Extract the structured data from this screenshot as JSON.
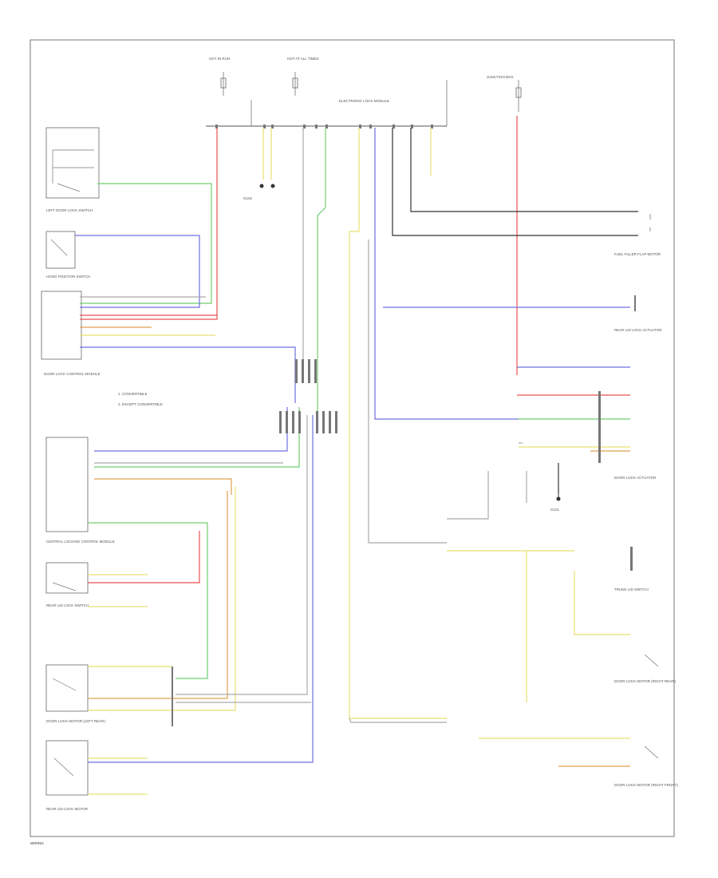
{
  "diagram": {
    "colors": {
      "red": "#e85050",
      "green": "#6fcf6f",
      "blue": "#6f6fe0",
      "yellow": "#e8e070",
      "orange": "#e0a050",
      "black": "#333333",
      "grey": "#aaaaaa",
      "frame": "#777777"
    },
    "labels": {
      "hot_fuse_a": "HOT IN RUN",
      "hot_fuse_b": "HOT AT ALL TIMES",
      "electronic_module": "ELECTRONIC LOCK MODULE",
      "junction_top_right": "JUNCTION BOX",
      "left_switch_1": "LEFT DOOR LOCK SWITCH",
      "left_switch_2": "HOOD POSITION SWITCH",
      "left_module_1": "DOOR LOCK CONTROL MODULE",
      "left_module_2": "CENTRAL LOCKING CONTROL MODULE",
      "left_switch_3": "REAR LID LOCK SWITCH",
      "left_switch_4": "DOOR LOCK MOTOR (LEFT REAR)",
      "left_switch_5": "REAR LID LOCK MOTOR",
      "right_ref_1": "FUEL FILLER FLAP MOTOR",
      "right_ref_2": "REAR LID LOCK ACTUATOR",
      "right_ref_3": "DOOR LOCK ACTUATOR",
      "right_ref_4": "TRUNK LID SWITCH",
      "right_ref_5": "DOOR LOCK MOTOR (RIGHT REAR)",
      "right_ref_6": "DOOR LOCK MOTOR (RIGHT FRONT)",
      "ground_a": "G101",
      "ground_b": "G102",
      "legend_1": "1. CONVERTIBLE",
      "legend_2": "2. EXCEPT CONVERTIBLE",
      "footer": "WIRING"
    }
  }
}
